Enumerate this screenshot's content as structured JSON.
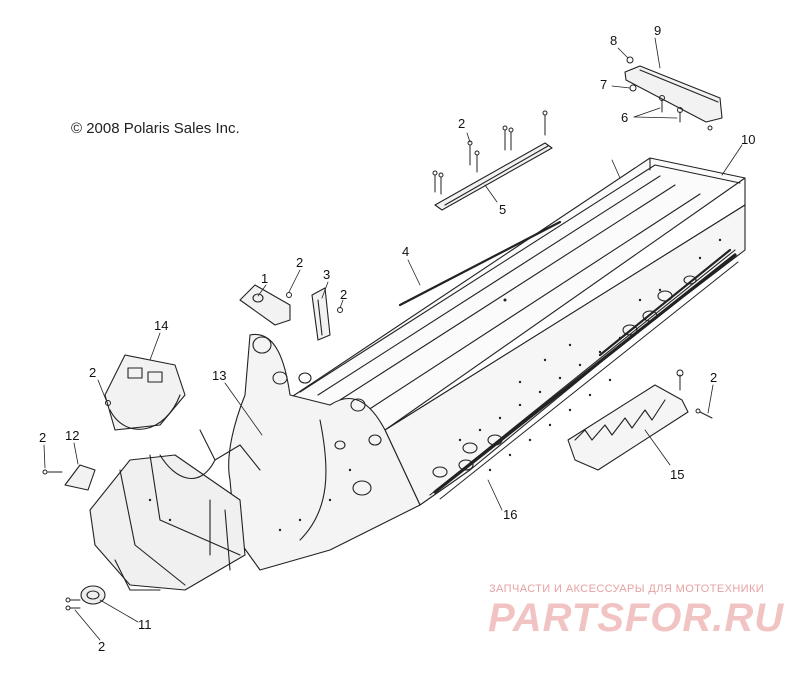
{
  "diagram": {
    "copyright": "© 2008 Polaris Sales Inc.",
    "callouts": [
      {
        "id": "c-8",
        "label": "8"
      },
      {
        "id": "c-9",
        "label": "9"
      },
      {
        "id": "c-7",
        "label": "7"
      },
      {
        "id": "c-6",
        "label": "6"
      },
      {
        "id": "c-10",
        "label": "10"
      },
      {
        "id": "c-2a",
        "label": "2"
      },
      {
        "id": "c-5",
        "label": "5"
      },
      {
        "id": "c-4",
        "label": "4"
      },
      {
        "id": "c-1",
        "label": "1"
      },
      {
        "id": "c-2b",
        "label": "2"
      },
      {
        "id": "c-3",
        "label": "3"
      },
      {
        "id": "c-2c",
        "label": "2"
      },
      {
        "id": "c-14",
        "label": "14"
      },
      {
        "id": "c-2d",
        "label": "2"
      },
      {
        "id": "c-13",
        "label": "13"
      },
      {
        "id": "c-2e",
        "label": "2"
      },
      {
        "id": "c-12",
        "label": "12"
      },
      {
        "id": "c-2f",
        "label": "2"
      },
      {
        "id": "c-15",
        "label": "15"
      },
      {
        "id": "c-16",
        "label": "16"
      },
      {
        "id": "c-11",
        "label": "11"
      },
      {
        "id": "c-2g",
        "label": "2"
      }
    ]
  },
  "watermark": {
    "tagline": "ЗАПЧАСТИ И АКСЕССУАРЫ ДЛЯ МОТОТЕХНИКИ",
    "brand": "PARTSFOR.RU"
  }
}
